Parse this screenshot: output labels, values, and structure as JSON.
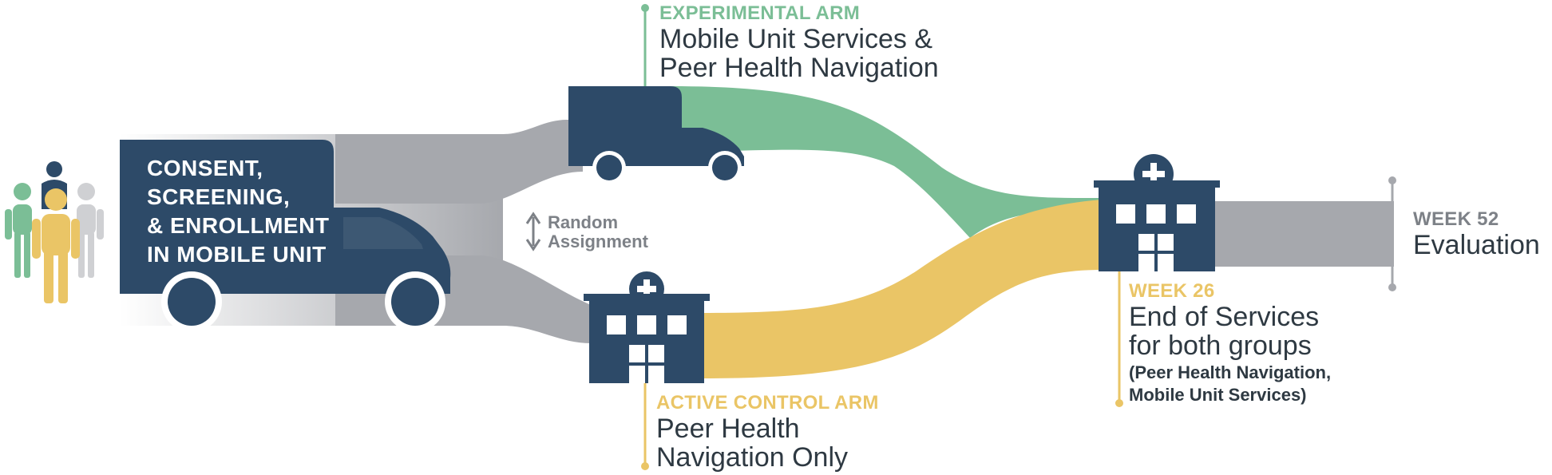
{
  "colors": {
    "navy": "#2d4a68",
    "green": "#7bbe96",
    "yellow": "#eac566",
    "gray": "#a6a8ad",
    "dark_text": "#2e3942",
    "gray_text": "#7d8187"
  },
  "icons": {
    "people": "people-group-icon",
    "van": "mobile-unit-van-icon",
    "clinic": "clinic-building-icon"
  },
  "enrollment": {
    "line1": "CONSENT,",
    "line2": "SCREENING,",
    "line3": "& ENROLLMENT",
    "line4": "IN MOBILE UNIT"
  },
  "random_assignment": {
    "line1": "Random",
    "line2": "Assignment"
  },
  "experimental_arm": {
    "heading": "EXPERIMENTAL ARM",
    "line1": "Mobile Unit Services &",
    "line2": "Peer Health Navigation"
  },
  "control_arm": {
    "heading": "ACTIVE CONTROL ARM",
    "line1": "Peer Health",
    "line2": "Navigation Only"
  },
  "week26": {
    "heading": "WEEK 26",
    "line1": "End of Services",
    "line2": "for both groups",
    "line3": "(Peer Health Navigation,",
    "line4": "Mobile Unit Services)"
  },
  "week52": {
    "heading": "WEEK 52",
    "line1": "Evaluation"
  }
}
